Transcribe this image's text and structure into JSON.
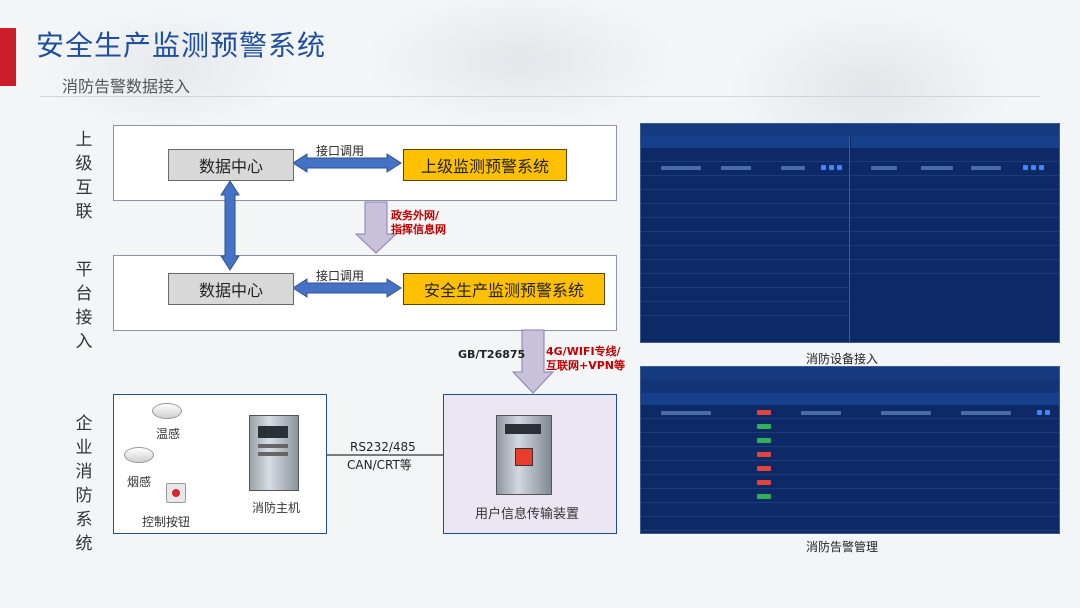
{
  "header": {
    "title": "安全生产监测预警系统",
    "subtitle": "消防告警数据接入"
  },
  "sections": {
    "upper": "上级互联",
    "platform": "平台接入",
    "enterprise": "企业消防系统"
  },
  "upper_layer": {
    "data_center": "数据中心",
    "interface_call": "接口调用",
    "system": "上级监测预警系统"
  },
  "net_label": {
    "line1": "政务外网/",
    "line2": "指挥信息网"
  },
  "platform_layer": {
    "data_center": "数据中心",
    "interface_call": "接口调用",
    "system": "安全生产监测预警系统"
  },
  "transport": {
    "standard": "GB/T26875",
    "line1": "4G/WIFI专线/",
    "line2": "互联网+VPN等"
  },
  "enterprise_box": {
    "temp_sensor": "温感",
    "smoke_sensor": "烟感",
    "control_button": "控制按钮",
    "host": "消防主机"
  },
  "link": {
    "line1": "RS232/485",
    "line2": "CAN/CRT等"
  },
  "transfer_box": {
    "label": "用户信息传输装置"
  },
  "screenshots": {
    "device": {
      "caption": "消防设备接入"
    },
    "alarm": {
      "caption": "消防告警管理"
    }
  },
  "colors": {
    "accent_blue": "#1f4e9e",
    "arrow_blue": "#4472c4",
    "yellow": "#ffc000",
    "red": "#cc1d2a",
    "purple_arrow": "#c9c0dc"
  }
}
